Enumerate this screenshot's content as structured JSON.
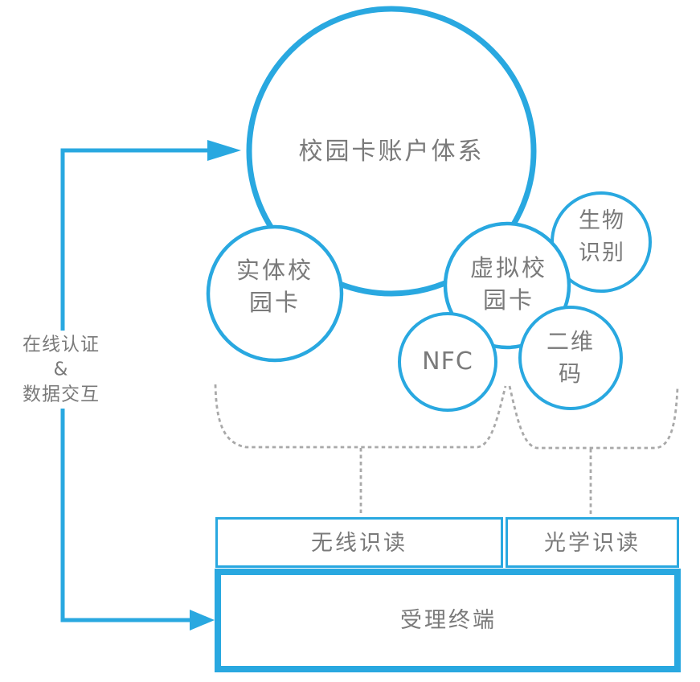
{
  "colors": {
    "accent_blue": "#29A8E0",
    "label_gray": "#7A7A7A",
    "brace_dash_gray": "#A9A9A9"
  },
  "nodes": {
    "account_system": {
      "label": "校园卡账户体系"
    },
    "physical_card": {
      "label": "实体校\n园卡"
    },
    "virtual_card": {
      "label": "虚拟校\n园卡"
    },
    "biometric": {
      "label": "生物\n识别"
    },
    "nfc": {
      "label": "NFC"
    },
    "qr_code": {
      "label": "二维\n码"
    }
  },
  "annotations": {
    "online_auth": {
      "label": "在线认证\n&\n数据交互"
    }
  },
  "readers": {
    "wireless": {
      "label": "无线识读"
    },
    "optical": {
      "label": "光学识读"
    }
  },
  "terminal": {
    "label": "受理终端"
  }
}
